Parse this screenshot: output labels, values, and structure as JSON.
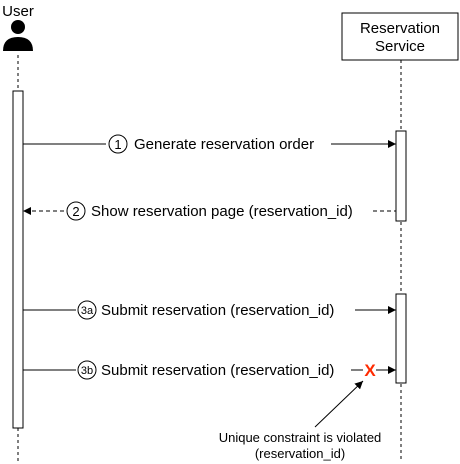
{
  "participants": {
    "user": {
      "label": "User"
    },
    "service": {
      "label_line1": "Reservation",
      "label_line2": "Service"
    }
  },
  "messages": [
    {
      "number": "1",
      "text": "Generate reservation order"
    },
    {
      "number": "2",
      "text": "Show reservation page (reservation_id)"
    },
    {
      "number": "3a",
      "text": "Submit reservation (reservation_id)"
    },
    {
      "number": "3b",
      "text": "Submit reservation (reservation_id)"
    }
  ],
  "failure_marker": {
    "glyph": "X",
    "color": "#ff2a00"
  },
  "annotation": {
    "line1": "Unique constraint is violated",
    "line2": "(reservation_id)"
  }
}
